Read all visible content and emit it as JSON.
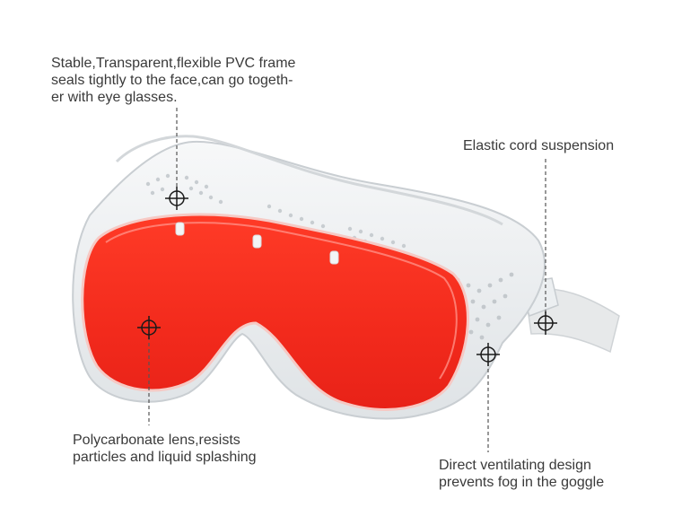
{
  "product": {
    "lens_color": "#f22a1c",
    "frame_color": "#eef1f3",
    "strap_color": "#e7e9ea"
  },
  "callouts": {
    "frame": {
      "lines": [
        "Stable,Transparent,flexible PVC frame",
        "seals tightly to the face,can go togeth-",
        "er with eye glasses."
      ]
    },
    "cord": {
      "lines": [
        "Elastic cord suspension"
      ]
    },
    "lens": {
      "lines": [
        "Polycarbonate lens,resists",
        "particles and liquid splashing"
      ]
    },
    "vent": {
      "lines": [
        "Direct ventilating design",
        "prevents fog in the goggle"
      ]
    }
  },
  "marker_icon": "crosshair-icon"
}
